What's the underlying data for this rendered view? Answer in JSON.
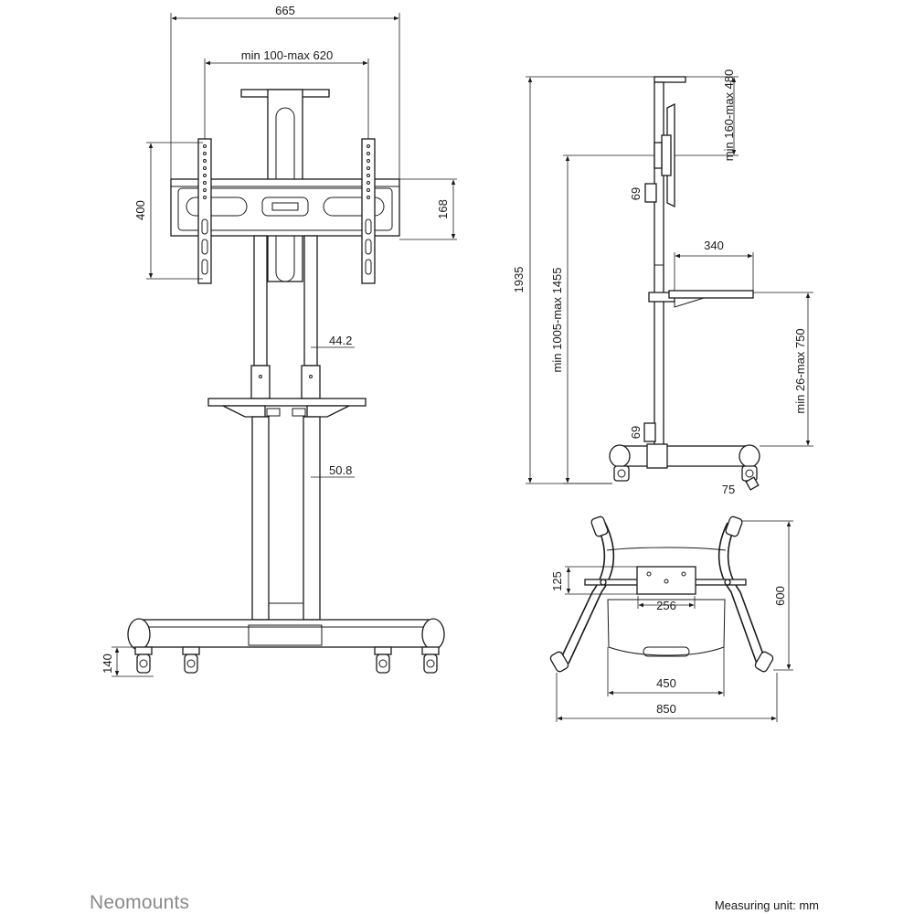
{
  "front_view": {
    "overall_width": "665",
    "vesa_width_range": "min 100-max 620",
    "vesa_height": "400",
    "crossbar_height": "168",
    "upper_pole": "44.2",
    "lower_pole": "50.8",
    "base_height": "140"
  },
  "side_view": {
    "total_height": "1935",
    "mount_height_range": "min 1005-max 1455",
    "top_adjust_range": "min 160-max 480",
    "camera_depth": "69",
    "shelf_depth": "340",
    "shelf_height_range": "min 26-max 750",
    "lower_box": "69",
    "wheel": "75"
  },
  "top_view": {
    "bracket_depth": "125",
    "shelf_width": "256",
    "base_depth": "600",
    "inner_width": "450",
    "outer_width": "850"
  },
  "footer": {
    "brand": "Neomounts",
    "unit_note": "Measuring unit: mm"
  }
}
